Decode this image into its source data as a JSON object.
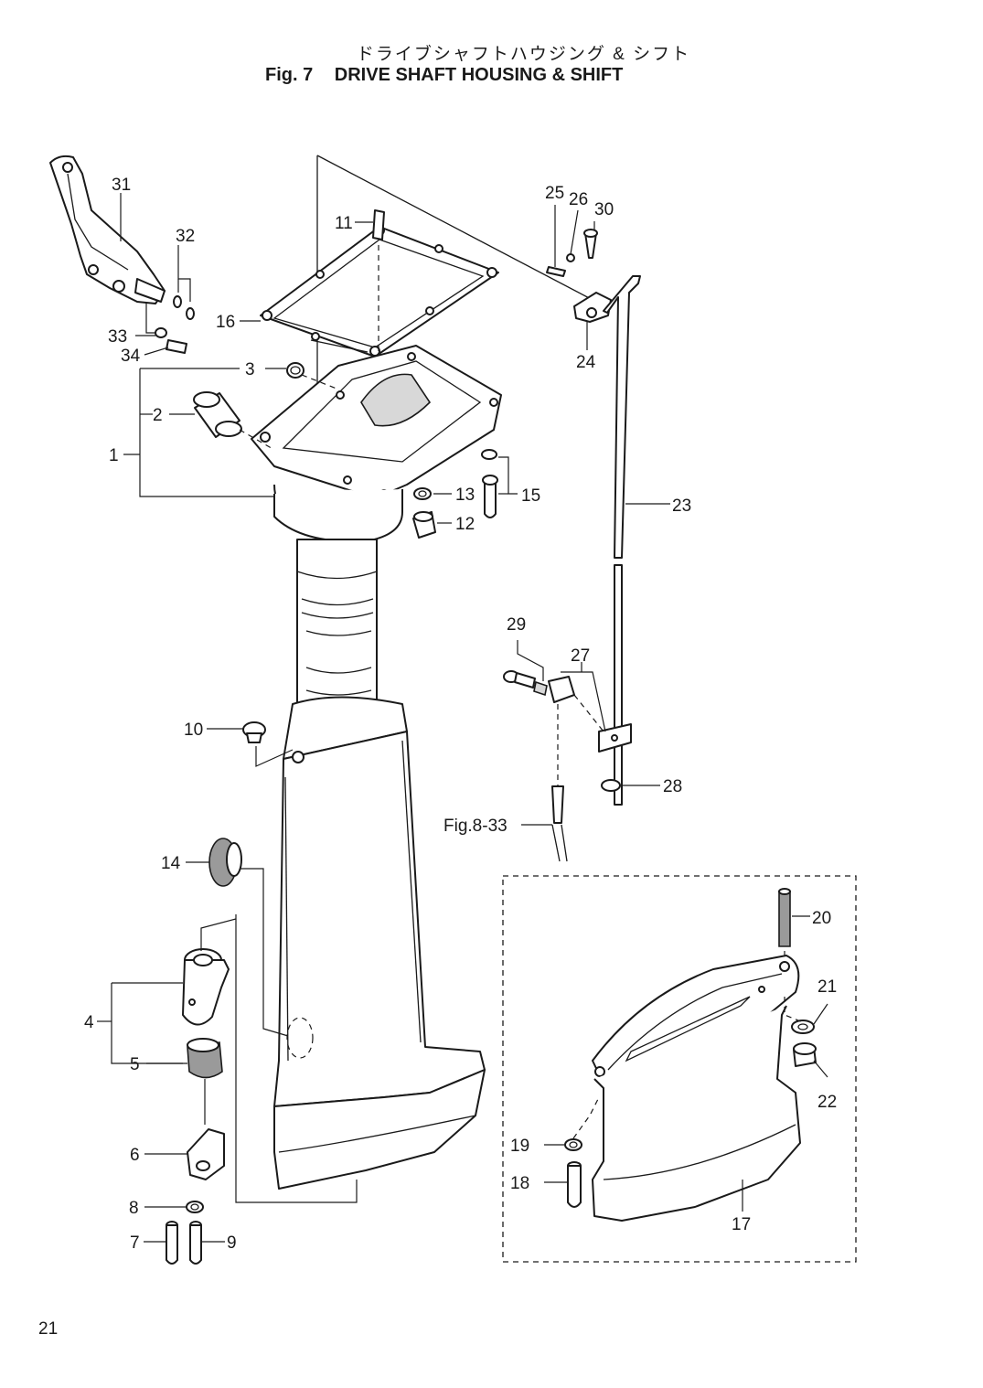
{
  "header": {
    "title_jp": "ドライブシャフトハウジング & シフト",
    "fig_number": "Fig. 7",
    "title_en": "DRIVE SHAFT HOUSING & SHIFT"
  },
  "callouts": {
    "p1": "1",
    "p2": "2",
    "p3": "3",
    "p4": "4",
    "p5": "5",
    "p6": "6",
    "p7": "7",
    "p8": "8",
    "p9": "9",
    "p10": "10",
    "p11": "11",
    "p12": "12",
    "p13": "13",
    "p14": "14",
    "p15": "15",
    "p16": "16",
    "p17": "17",
    "p18": "18",
    "p19": "19",
    "p20": "20",
    "p21": "21",
    "p22": "22",
    "p23": "23",
    "p24": "24",
    "p25": "25",
    "p26": "26",
    "p27": "27",
    "p28": "28",
    "p29": "29",
    "p30": "30",
    "p31": "31",
    "p32": "32",
    "p33": "33",
    "p34": "34"
  },
  "cross_reference": "Fig.8-33",
  "page_number": "21"
}
